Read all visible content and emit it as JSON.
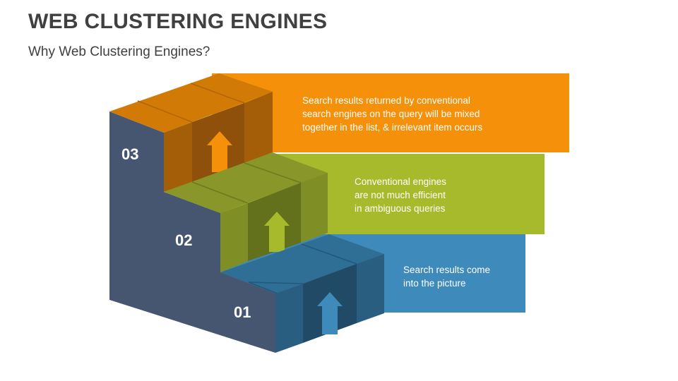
{
  "header": {
    "title": "WEB CLUSTERING ENGINES",
    "subtitle": "Why Web Clustering Engines?"
  },
  "steps": [
    {
      "number": "01",
      "color": "#3E8ABB",
      "lines": [
        "Search results come",
        "into the picture"
      ]
    },
    {
      "number": "02",
      "color": "#A7BA2B",
      "lines": [
        "Conventional engines",
        "are not much efficient",
        "in ambiguous queries"
      ]
    },
    {
      "number": "03",
      "color": "#F49009",
      "lines": [
        "Search results returned by conventional",
        "search engines on the query will be mixed",
        "together in the list, & irrelevant item occurs"
      ]
    }
  ],
  "colors": {
    "side_wall": "#475670",
    "orange": "#F49009",
    "green": "#A7BA2B",
    "blue": "#3E8ABB"
  },
  "icons": [
    "up-arrow-icon"
  ]
}
